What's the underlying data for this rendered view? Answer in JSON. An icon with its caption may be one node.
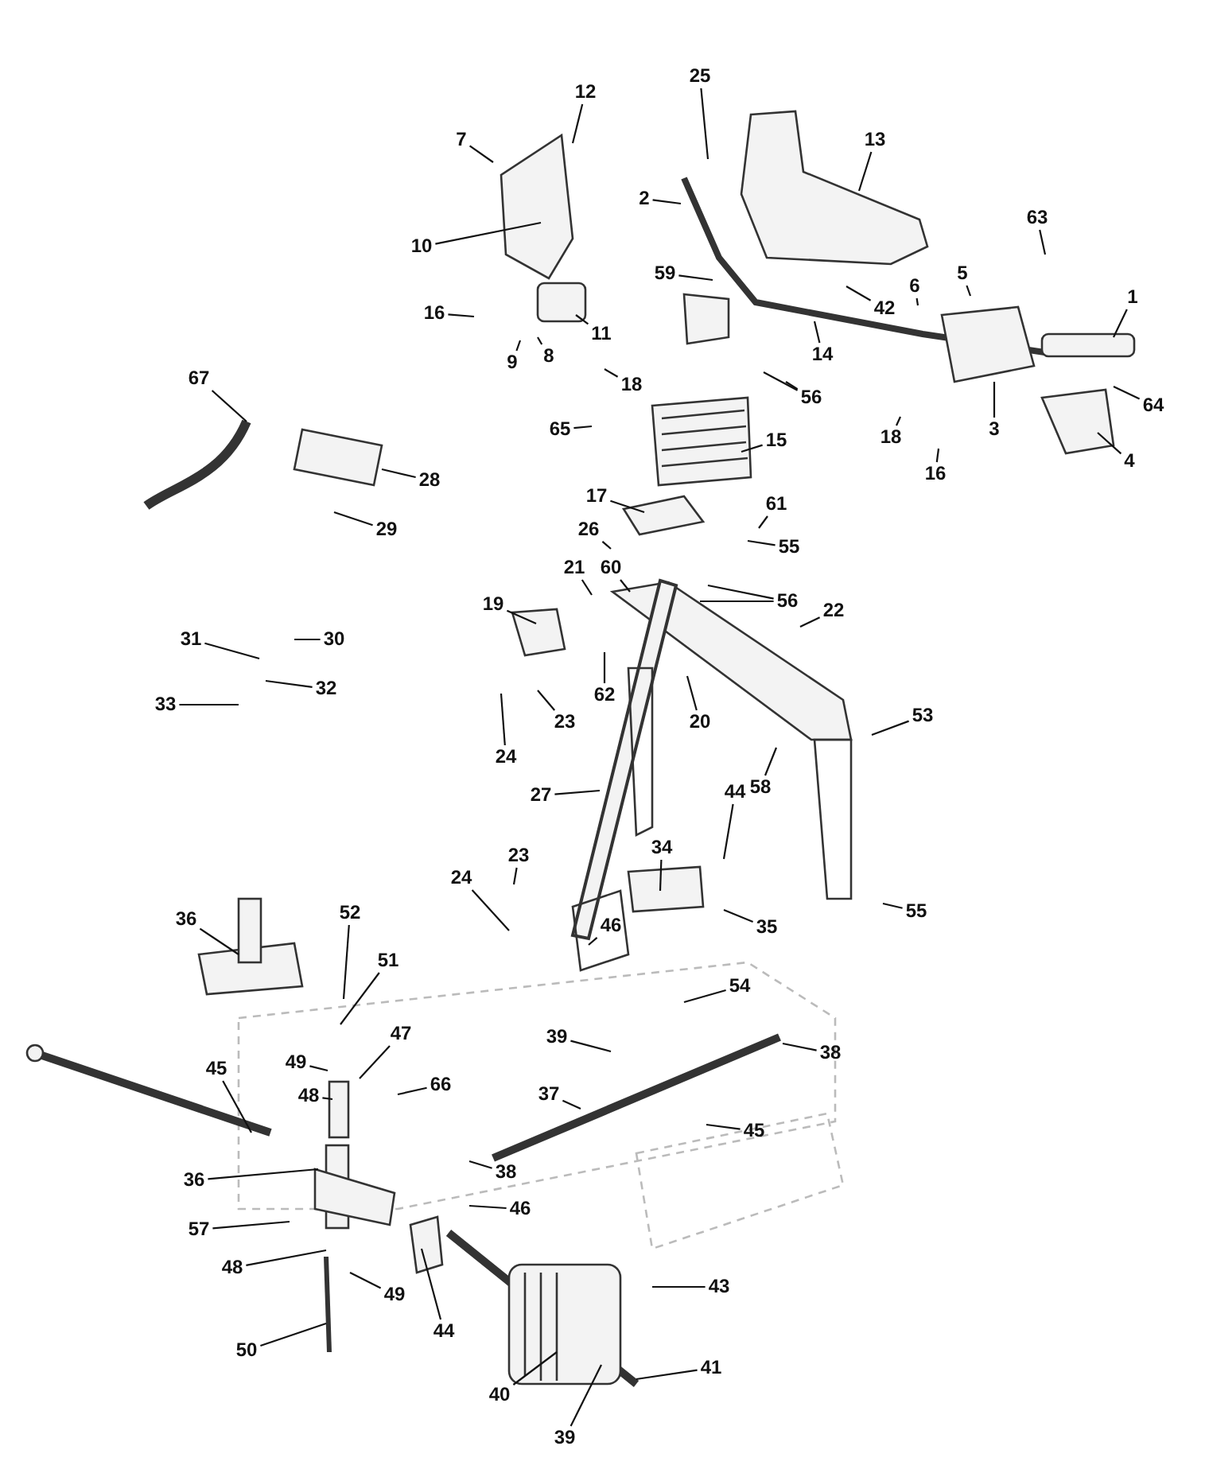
{
  "diagram": {
    "nodes": [
      {
        "text": [
          "25"
        ]
      },
      {
        "text": [
          "12"
        ]
      },
      {
        "text": [
          "13"
        ]
      },
      {
        "text": [
          "7"
        ]
      },
      {
        "text": [
          "2"
        ]
      },
      {
        "text": [
          "63"
        ]
      },
      {
        "text": [
          "10"
        ]
      },
      {
        "text": [
          "5"
        ]
      },
      {
        "text": [
          "59"
        ]
      },
      {
        "text": [
          "6"
        ]
      },
      {
        "text": [
          "1"
        ]
      },
      {
        "text": [
          "42"
        ]
      },
      {
        "text": [
          "16"
        ]
      },
      {
        "text": [
          "11"
        ]
      },
      {
        "text": [
          "8"
        ]
      },
      {
        "text": [
          "14"
        ]
      },
      {
        "text": [
          "9"
        ]
      },
      {
        "text": [
          "67"
        ]
      },
      {
        "text": [
          "56"
        ]
      },
      {
        "text": [
          "64"
        ]
      },
      {
        "text": [
          "18"
        ]
      },
      {
        "text": [
          "3"
        ]
      },
      {
        "text": [
          "65"
        ]
      },
      {
        "text": [
          "18"
        ]
      },
      {
        "text": [
          "15"
        ]
      },
      {
        "text": [
          "4"
        ]
      },
      {
        "text": [
          "16"
        ]
      },
      {
        "text": [
          "28"
        ]
      },
      {
        "text": [
          "17"
        ]
      },
      {
        "text": [
          "61"
        ]
      },
      {
        "text": [
          "29"
        ]
      },
      {
        "text": [
          "26"
        ]
      },
      {
        "text": [
          "55"
        ]
      },
      {
        "text": [
          "21"
        ]
      },
      {
        "text": [
          "60"
        ]
      },
      {
        "text": [
          "56"
        ]
      },
      {
        "text": [
          "19"
        ]
      },
      {
        "text": [
          "22"
        ]
      },
      {
        "text": [
          "31"
        ]
      },
      {
        "text": [
          "30"
        ]
      },
      {
        "text": [
          "62"
        ]
      },
      {
        "text": [
          "32"
        ]
      },
      {
        "text": [
          "33"
        ]
      },
      {
        "text": [
          "53"
        ]
      },
      {
        "text": [
          "20"
        ]
      },
      {
        "text": [
          "23"
        ]
      },
      {
        "text": [
          "24"
        ]
      },
      {
        "text": [
          "58"
        ]
      },
      {
        "text": [
          "27"
        ]
      },
      {
        "text": [
          "44"
        ]
      },
      {
        "text": [
          "34"
        ]
      },
      {
        "text": [
          "23"
        ]
      },
      {
        "text": [
          "24"
        ]
      },
      {
        "text": [
          "46"
        ]
      },
      {
        "text": [
          "55"
        ]
      },
      {
        "text": [
          "52"
        ]
      },
      {
        "text": [
          "36"
        ]
      },
      {
        "text": [
          "35"
        ]
      },
      {
        "text": [
          "51"
        ]
      },
      {
        "text": [
          "54"
        ]
      },
      {
        "text": [
          "39"
        ]
      },
      {
        "text": [
          "38"
        ]
      },
      {
        "text": [
          "49"
        ]
      },
      {
        "text": [
          "37"
        ]
      },
      {
        "text": [
          "47"
        ]
      },
      {
        "text": [
          "66"
        ]
      },
      {
        "text": [
          "45"
        ]
      },
      {
        "text": [
          "48"
        ]
      },
      {
        "text": [
          "45"
        ]
      },
      {
        "text": [
          "38"
        ]
      },
      {
        "text": [
          "36"
        ]
      },
      {
        "text": [
          "46"
        ]
      },
      {
        "text": [
          "57"
        ]
      },
      {
        "text": [
          "48"
        ]
      },
      {
        "text": [
          "43"
        ]
      },
      {
        "text": [
          "49"
        ]
      },
      {
        "text": [
          "44"
        ]
      },
      {
        "text": [
          "50"
        ]
      },
      {
        "text": [
          "41"
        ]
      },
      {
        "text": [
          "40"
        ]
      },
      {
        "text": [
          "39"
        ]
      }
    ],
    "edges": [
      {
        "from": 0,
        "to": null,
        "arrow": "none"
      },
      {
        "from": 1,
        "to": null,
        "arrow": "none"
      },
      {
        "from": 2,
        "to": null,
        "arrow": "none"
      },
      {
        "from": 3,
        "to": null,
        "arrow": "none"
      },
      {
        "from": 4,
        "to": null,
        "arrow": "none"
      },
      {
        "from": 5,
        "to": null,
        "arrow": "none"
      },
      {
        "from": 6,
        "to": null,
        "arrow": "none"
      },
      {
        "from": 7,
        "to": null,
        "arrow": "none"
      },
      {
        "from": 8,
        "to": null,
        "arrow": "none"
      },
      {
        "from": 9,
        "to": null,
        "arrow": "none"
      },
      {
        "from": 10,
        "to": null,
        "arrow": "none"
      },
      {
        "from": 11,
        "to": null,
        "arrow": "none"
      },
      {
        "from": 12,
        "to": null,
        "arrow": "none"
      },
      {
        "from": 13,
        "to": null,
        "arrow": "none"
      },
      {
        "from": 14,
        "to": null,
        "arrow": "none"
      },
      {
        "from": 15,
        "to": null,
        "arrow": "none"
      },
      {
        "from": 16,
        "to": null,
        "arrow": "none"
      },
      {
        "from": 17,
        "to": null,
        "arrow": "none"
      },
      {
        "from": 18,
        "to": null,
        "arrow": "none"
      },
      {
        "from": 18,
        "to": null,
        "arrow": "none"
      },
      {
        "from": 19,
        "to": null,
        "arrow": "none"
      },
      {
        "from": 20,
        "to": null,
        "arrow": "none"
      },
      {
        "from": 21,
        "to": null,
        "arrow": "none"
      },
      {
        "from": 22,
        "to": null,
        "arrow": "none"
      },
      {
        "from": 23,
        "to": null,
        "arrow": "none"
      },
      {
        "from": 24,
        "to": null,
        "arrow": "none"
      },
      {
        "from": 25,
        "to": null,
        "arrow": "none"
      },
      {
        "from": 26,
        "to": null,
        "arrow": "none"
      },
      {
        "from": 27,
        "to": null,
        "arrow": "none"
      },
      {
        "from": 28,
        "to": null,
        "arrow": "none"
      },
      {
        "from": 29,
        "to": null,
        "arrow": "none"
      },
      {
        "from": 30,
        "to": null,
        "arrow": "none"
      },
      {
        "from": 31,
        "to": null,
        "arrow": "none"
      },
      {
        "from": 32,
        "to": null,
        "arrow": "none"
      },
      {
        "from": 33,
        "to": null,
        "arrow": "none"
      },
      {
        "from": 34,
        "to": null,
        "arrow": "none"
      },
      {
        "from": 35,
        "to": null,
        "arrow": "none"
      },
      {
        "from": 35,
        "to": null,
        "arrow": "none"
      },
      {
        "from": 36,
        "to": null,
        "arrow": "none"
      },
      {
        "from": 37,
        "to": null,
        "arrow": "none"
      },
      {
        "from": 38,
        "to": null,
        "arrow": "none"
      },
      {
        "from": 39,
        "to": null,
        "arrow": "none"
      },
      {
        "from": 40,
        "to": null,
        "arrow": "none"
      },
      {
        "from": 41,
        "to": null,
        "arrow": "none"
      },
      {
        "from": 42,
        "to": null,
        "arrow": "none"
      },
      {
        "from": 43,
        "to": null,
        "arrow": "none"
      },
      {
        "from": 44,
        "to": null,
        "arrow": "none"
      },
      {
        "from": 45,
        "to": null,
        "arrow": "none"
      },
      {
        "from": 46,
        "to": null,
        "arrow": "none"
      },
      {
        "from": 47,
        "to": null,
        "arrow": "none"
      },
      {
        "from": 48,
        "to": null,
        "arrow": "none"
      },
      {
        "from": 49,
        "to": null,
        "arrow": "none"
      },
      {
        "from": 50,
        "to": null,
        "arrow": "none"
      },
      {
        "from": 51,
        "to": null,
        "arrow": "none"
      },
      {
        "from": 52,
        "to": null,
        "arrow": "none"
      },
      {
        "from": 53,
        "to": null,
        "arrow": "none"
      },
      {
        "from": 54,
        "to": null,
        "arrow": "none"
      },
      {
        "from": 55,
        "to": null,
        "arrow": "none"
      },
      {
        "from": 56,
        "to": null,
        "arrow": "none"
      },
      {
        "from": 57,
        "to": null,
        "arrow": "none"
      },
      {
        "from": 58,
        "to": null,
        "arrow": "none"
      },
      {
        "from": 59,
        "to": null,
        "arrow": "none"
      },
      {
        "from": 60,
        "to": null,
        "arrow": "none"
      },
      {
        "from": 61,
        "to": null,
        "arrow": "none"
      },
      {
        "from": 62,
        "to": null,
        "arrow": "none"
      },
      {
        "from": 63,
        "to": null,
        "arrow": "none"
      },
      {
        "from": 64,
        "to": null,
        "arrow": "none"
      },
      {
        "from": 65,
        "to": null,
        "arrow": "none"
      },
      {
        "from": 66,
        "to": null,
        "arrow": "none"
      },
      {
        "from": 67,
        "to": null,
        "arrow": "none"
      },
      {
        "from": 68,
        "to": null,
        "arrow": "none"
      },
      {
        "from": 69,
        "to": null,
        "arrow": "none"
      },
      {
        "from": 70,
        "to": null,
        "arrow": "none"
      },
      {
        "from": 71,
        "to": null,
        "arrow": "none"
      },
      {
        "from": 72,
        "to": null,
        "arrow": "none"
      },
      {
        "from": 73,
        "to": null,
        "arrow": "none"
      },
      {
        "from": 74,
        "to": null,
        "arrow": "none"
      },
      {
        "from": 75,
        "to": null,
        "arrow": "none"
      },
      {
        "from": 76,
        "to": null,
        "arrow": "none"
      },
      {
        "from": 77,
        "to": null,
        "arrow": "none"
      },
      {
        "from": 78,
        "to": null,
        "arrow": "none"
      },
      {
        "from": 79,
        "to": null,
        "arrow": "none"
      },
      {
        "from": 80,
        "to": null,
        "arrow": "none"
      }
    ]
  }
}
